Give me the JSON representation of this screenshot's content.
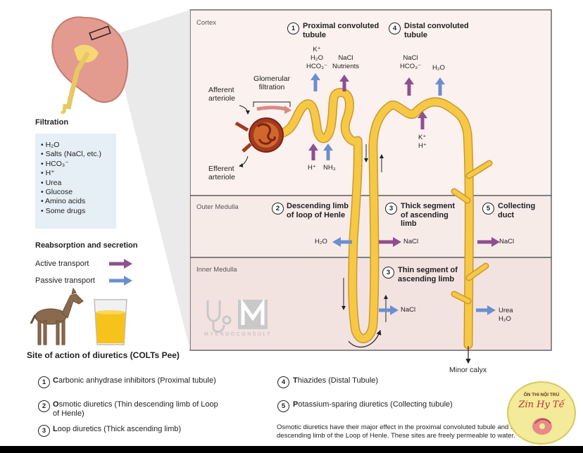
{
  "left_panel": {
    "filtration_title": "Filtration",
    "filtration_items": [
      "H₂O",
      "Salts (NaCl, etc.)",
      "HCO₃⁻",
      "H⁺",
      "Urea",
      "Glucose",
      "Amino acids",
      "Some drugs"
    ],
    "reabsorption_title": "Reabsorption and secretion",
    "legend": [
      {
        "label": "Active transport",
        "color": "#8e4f8f"
      },
      {
        "label": "Passive transport",
        "color": "#6b8fcf"
      }
    ],
    "site_title": "Site of action of diuretics (COLTs Pee)"
  },
  "zones": [
    "Cortex",
    "Outer Medulla",
    "Inner Medulla"
  ],
  "segments": [
    {
      "number": "1",
      "name": "Proximal convoluted tubule"
    },
    {
      "number": "4",
      "name": "Distal convoluted tubule"
    },
    {
      "number": "2",
      "name": "Descending limb of loop of Henle"
    },
    {
      "number": "3",
      "name": "Thick segment of ascending limb"
    },
    {
      "number": "5",
      "name": "Collecting duct"
    },
    {
      "number": "3",
      "name": "Thin segment of ascending limb"
    }
  ],
  "labels": {
    "glomerular": "Glomerular filtration",
    "afferent": "Afferent arteriole",
    "efferent": "Efferent arteriole",
    "minor_calyx": "Minor calyx"
  },
  "transport_labels": {
    "pct_out": "K⁺\nH₂O\nHCO₃⁻",
    "pct_out2": "NaCl\nNutrients",
    "pct_h": "H⁺",
    "pct_nh3": "NH₃",
    "dct_nacl": "NaCl\nHCO₃⁻",
    "dct_h2o": "H₂O",
    "dct_kh": "K⁺\nH⁺",
    "desc_h2o": "H₂O",
    "thick_nacl": "NaCl",
    "cd_nacl": "NaCl",
    "thin_nacl": "NaCl",
    "urea_h2o": "Urea\nH₂O"
  },
  "watermark": "MYENDOCONSULT",
  "drugs": [
    {
      "number": "1",
      "first": "C",
      "rest": "arbonic anhydrase inhibitors (Proximal tubule)"
    },
    {
      "number": "2",
      "first": "O",
      "rest": "smotic diuretics (Thin descending limb of Loop\nof Henle)"
    },
    {
      "number": "3",
      "first": "L",
      "rest": "oop diuretics (Thick ascending limb)"
    },
    {
      "number": "4",
      "first": "T",
      "rest": "hiazides (Distal Tubule)"
    },
    {
      "number": "5",
      "first": "P",
      "rest": "otassium-sparing diuretics (Collecting tubule)"
    }
  ],
  "note": "Osmotic diuretics have their major effect in the proximal convoluted tubule and the descending limb of the Loop of Henle. These sites are freely permeable to water.",
  "logo": {
    "top": "ÔN THI NỘI TRÚ",
    "sign": "Zin Hy Tế"
  }
}
